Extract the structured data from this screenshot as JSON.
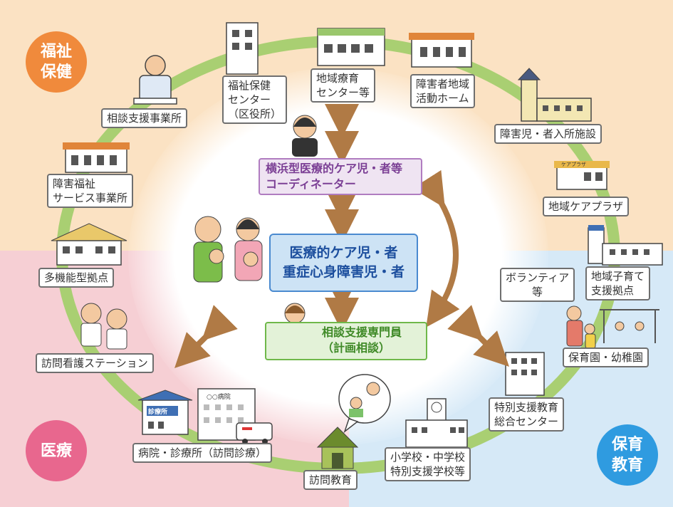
{
  "regions": {
    "welfare": {
      "label_line1": "福祉",
      "label_line2": "保健",
      "color": "#f08a3c"
    },
    "medical": {
      "label": "医療",
      "color": "#e8678e"
    },
    "education": {
      "label_line1": "保育",
      "label_line2": "教育",
      "color": "#2f9be0"
    }
  },
  "center": {
    "line1": "医療的ケア児・者",
    "line2": "重症心身障害児・者"
  },
  "coordinator": {
    "line1": "横浜型医療的ケア児・者等",
    "line2": "コーディネーター"
  },
  "counselor": {
    "line1": "相談支援専門員",
    "line2": "（計画相談）"
  },
  "nodes": {
    "soudan_shien": "相談支援事業所",
    "fukushi_center_1": "福祉保健",
    "fukushi_center_2": "センター",
    "fukushi_center_3": "（区役所）",
    "chiiki_ryoiku_1": "地域療育",
    "chiiki_ryoiku_2": "センター等",
    "shogaisha_home_1": "障害者地域",
    "shogaisha_home_2": "活動ホーム",
    "nyusho_shisetsu": "障害児・者入所施設",
    "care_plaza": "地域ケアプラザ",
    "kosodate_1": "地域子育て",
    "kosodate_2": "支援拠点",
    "volunteer_1": "ボランティア",
    "volunteer_2": "等",
    "hoikuen": "保育園・幼稚園",
    "tokubetsu_center_1": "特別支援教育",
    "tokubetsu_center_2": "総合センター",
    "school_1": "小学校・中学校",
    "school_2": "特別支援学校等",
    "homon_kyoiku": "訪問教育",
    "hospital": "病院・診療所（訪問診療）",
    "kango": "訪問看護ステーション",
    "takino": "多機能型拠点",
    "fukushi_service_1": "障害福祉",
    "fukushi_service_2": "サービス事業所"
  },
  "signs": {
    "clinic": "診療所",
    "hospital": "○○病院",
    "care_plaza_sign": "ケアプラザ"
  },
  "colors": {
    "ring": "#a9cf72",
    "arrow": "#b07a45"
  }
}
